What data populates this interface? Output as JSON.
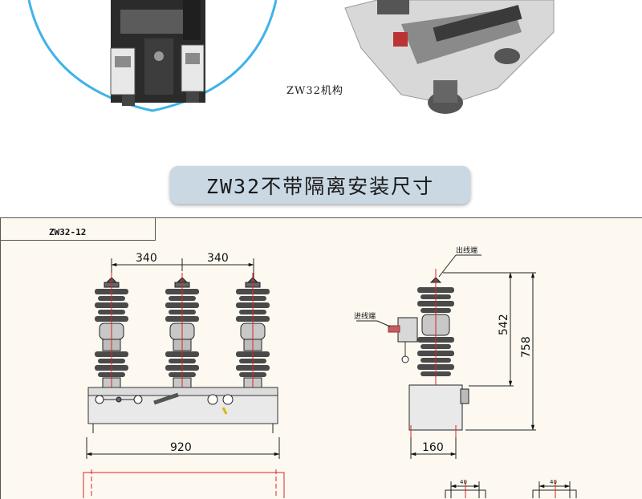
{
  "photo_section": {
    "mechanism_caption": "ZW32机构"
  },
  "banner": {
    "title": "ZW32不带隔离安装尺寸"
  },
  "drawing": {
    "model_tag": "ZW32-12",
    "front_view": {
      "pole_spacing_left": "340",
      "pole_spacing_right": "340",
      "overall_width": "920"
    },
    "side_view": {
      "outlet_terminal_label": "出线端",
      "inlet_terminal_label": "进线端",
      "height_upper": "542",
      "height_total": "758",
      "base_width": "160"
    },
    "bottom_views": {
      "dim_a": "40",
      "dim_b": "40"
    }
  }
}
